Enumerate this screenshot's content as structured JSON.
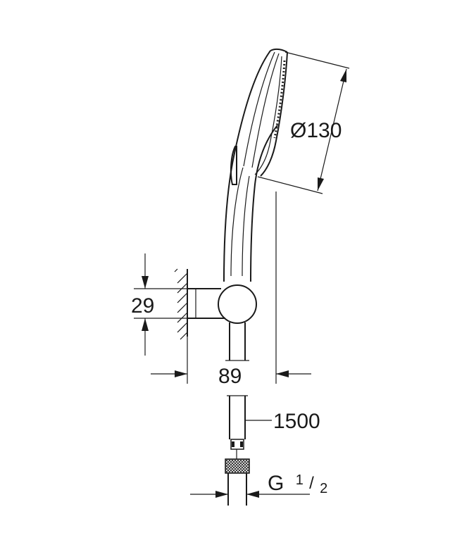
{
  "dimensions": {
    "head_diameter": "Ø130",
    "holder_height": "29",
    "wall_offset": "89",
    "hose_length": "1500",
    "thread_prefix": "G",
    "thread_num": "1",
    "thread_den": "2"
  },
  "colors": {
    "line": "#1a1a1a",
    "background": "#ffffff"
  }
}
